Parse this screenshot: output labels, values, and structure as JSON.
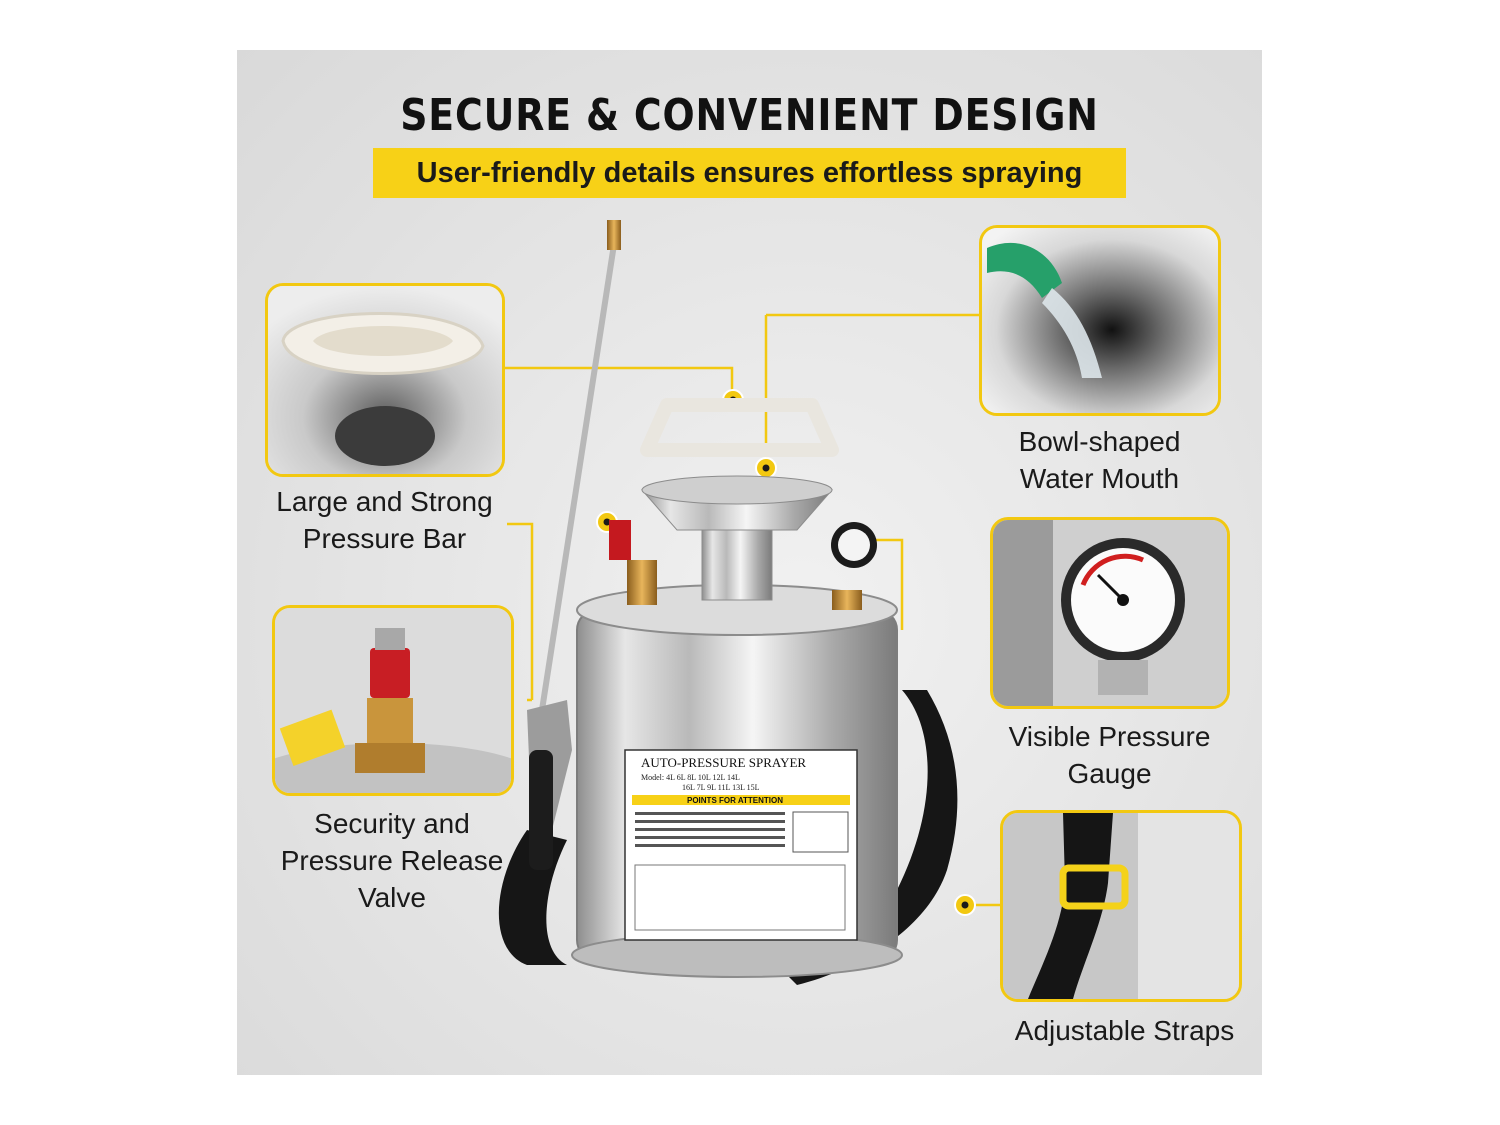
{
  "header": {
    "title": "SECURE & CONVENIENT DESIGN",
    "subtitle": "User-friendly details ensures effortless spraying"
  },
  "features": {
    "pressure_bar": {
      "line1": "Large and Strong",
      "line2": "Pressure Bar"
    },
    "water_mouth": {
      "line1": "Bowl-shaped",
      "line2": "Water Mouth"
    },
    "release_valve": {
      "line1": "Security and",
      "line2": "Pressure Release",
      "line3": "Valve"
    },
    "pressure_gauge": {
      "line1": "Visible Pressure",
      "line2": "Gauge"
    },
    "straps": {
      "line1": "Adjustable Straps"
    }
  },
  "product_label": {
    "heading": "AUTO-PRESSURE SPRAYER",
    "models_1": "Model:  4L  6L  8L  10L  12L  14L",
    "models_2": "16L  7L  9L  11L  13L  15L",
    "attention": "POINTS FOR ATTENTION"
  },
  "colors": {
    "accent": "#f7d117",
    "frame": "#f2c811",
    "text": "#111111"
  }
}
